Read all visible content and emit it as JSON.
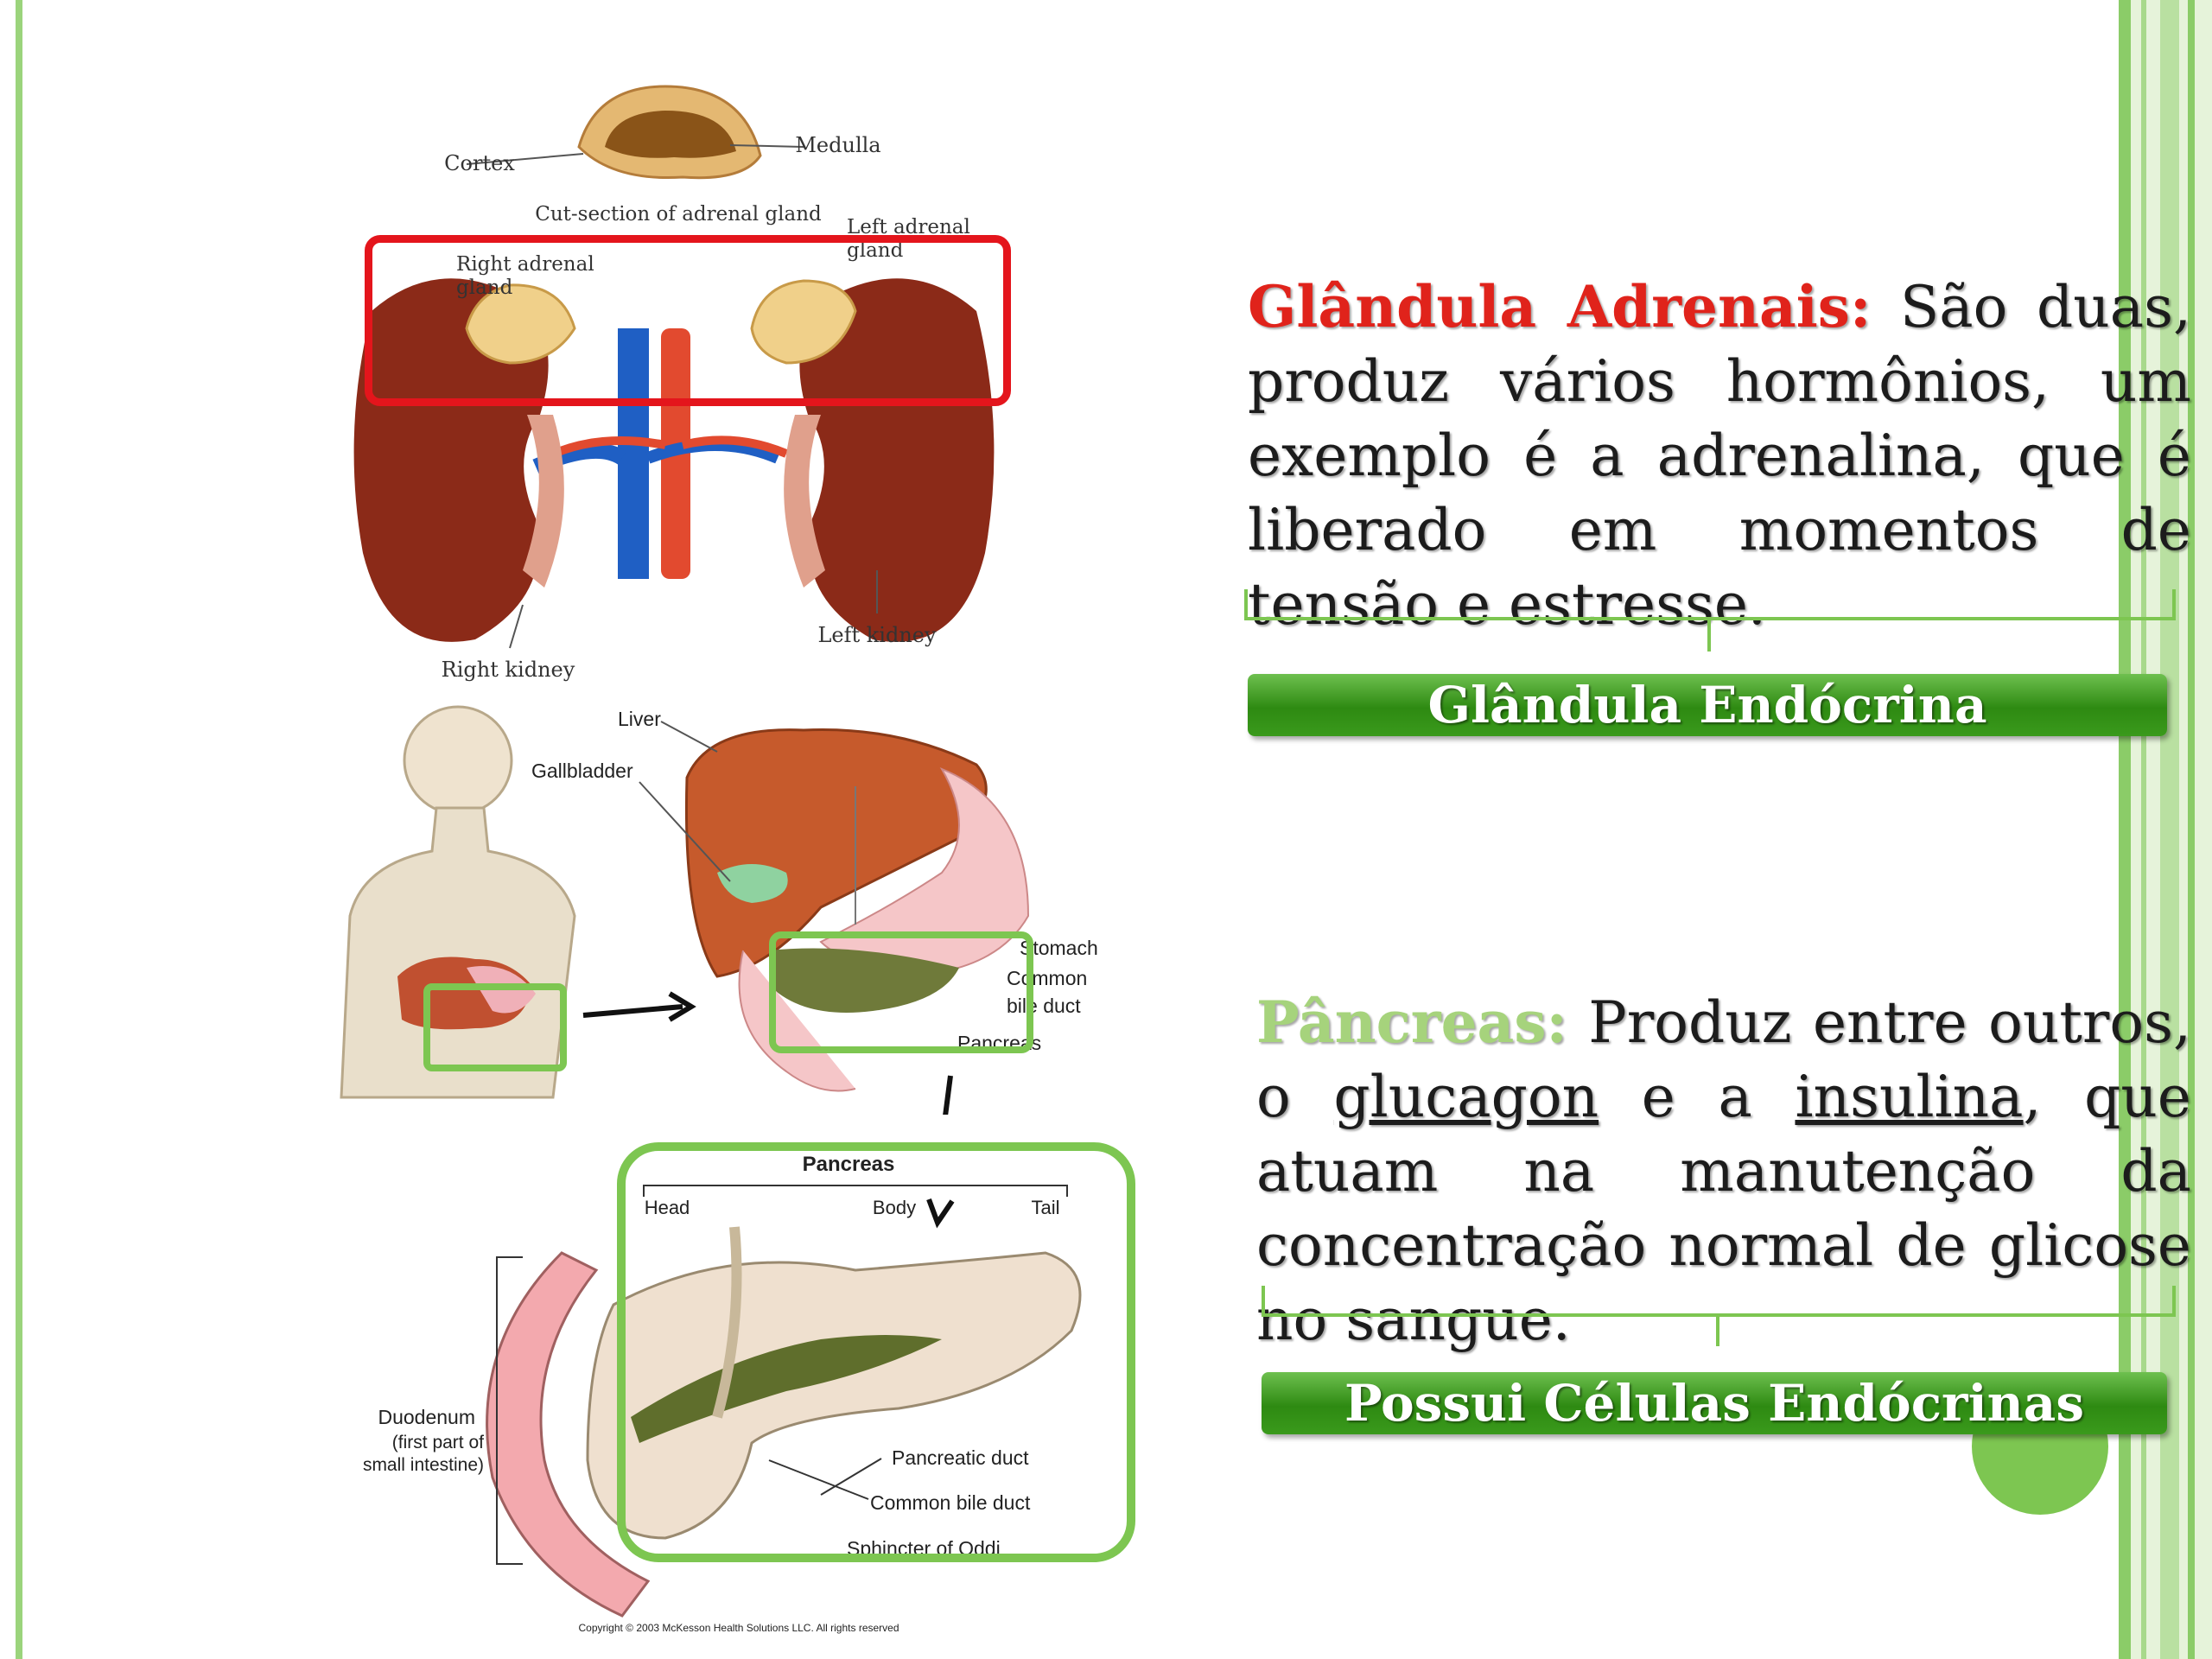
{
  "adrenal_diagram": {
    "cortex": "Cortex",
    "medulla": "Medulla",
    "cut_section": "Cut-section of adrenal gland",
    "right_adrenal_line1": "Right adrenal",
    "right_adrenal_line2": "gland",
    "left_adrenal_line1": "Left adrenal",
    "left_adrenal_line2": "gland",
    "right_kidney": "Right kidney",
    "left_kidney": "Left kidney"
  },
  "digestive_diagram": {
    "liver": "Liver",
    "gallbladder": "Gallbladder",
    "stomach": "Stomach",
    "common_bile_duct_line1": "Common",
    "common_bile_duct_line2": "bile duct",
    "pancreas": "Pancreas"
  },
  "pancreas_diagram": {
    "title": "Pancreas",
    "head": "Head",
    "body": "Body",
    "tail": "Tail",
    "duodenum": "Duodenum",
    "duodenum_sub1": "(first part of",
    "duodenum_sub2": "small intestine)",
    "pancreatic_duct": "Pancreatic duct",
    "common_bile_duct": "Common bile duct",
    "sphincter": "Sphincter of Oddi",
    "copyright": "Copyright © 2003 McKesson Health Solutions LLC. All rights reserved"
  },
  "adrenal_text": {
    "label": "Glândula Adrenais:",
    "body": "São duas, produz vários hormônios, um exemplo é a adrenalina, que é liberado em momentos de tensão e estresse."
  },
  "adrenal_banner": "Glândula Endócrina",
  "pancreas_text": {
    "label": "Pâncreas:",
    "part1": "Produz entre outros, o",
    "glucagon": "glucagon",
    "part2": "e a",
    "insulina": "insulina",
    "part3": ", que atuam na manutenção da concentração normal de glicose no sangue."
  },
  "pancreas_banner": "Possui Células Endócrinas",
  "colors": {
    "adrenal_label": "#e0231b",
    "pancreas_label": "#a6d37c",
    "accent_green": "#7dc651",
    "highlight_red": "#e4151c"
  }
}
